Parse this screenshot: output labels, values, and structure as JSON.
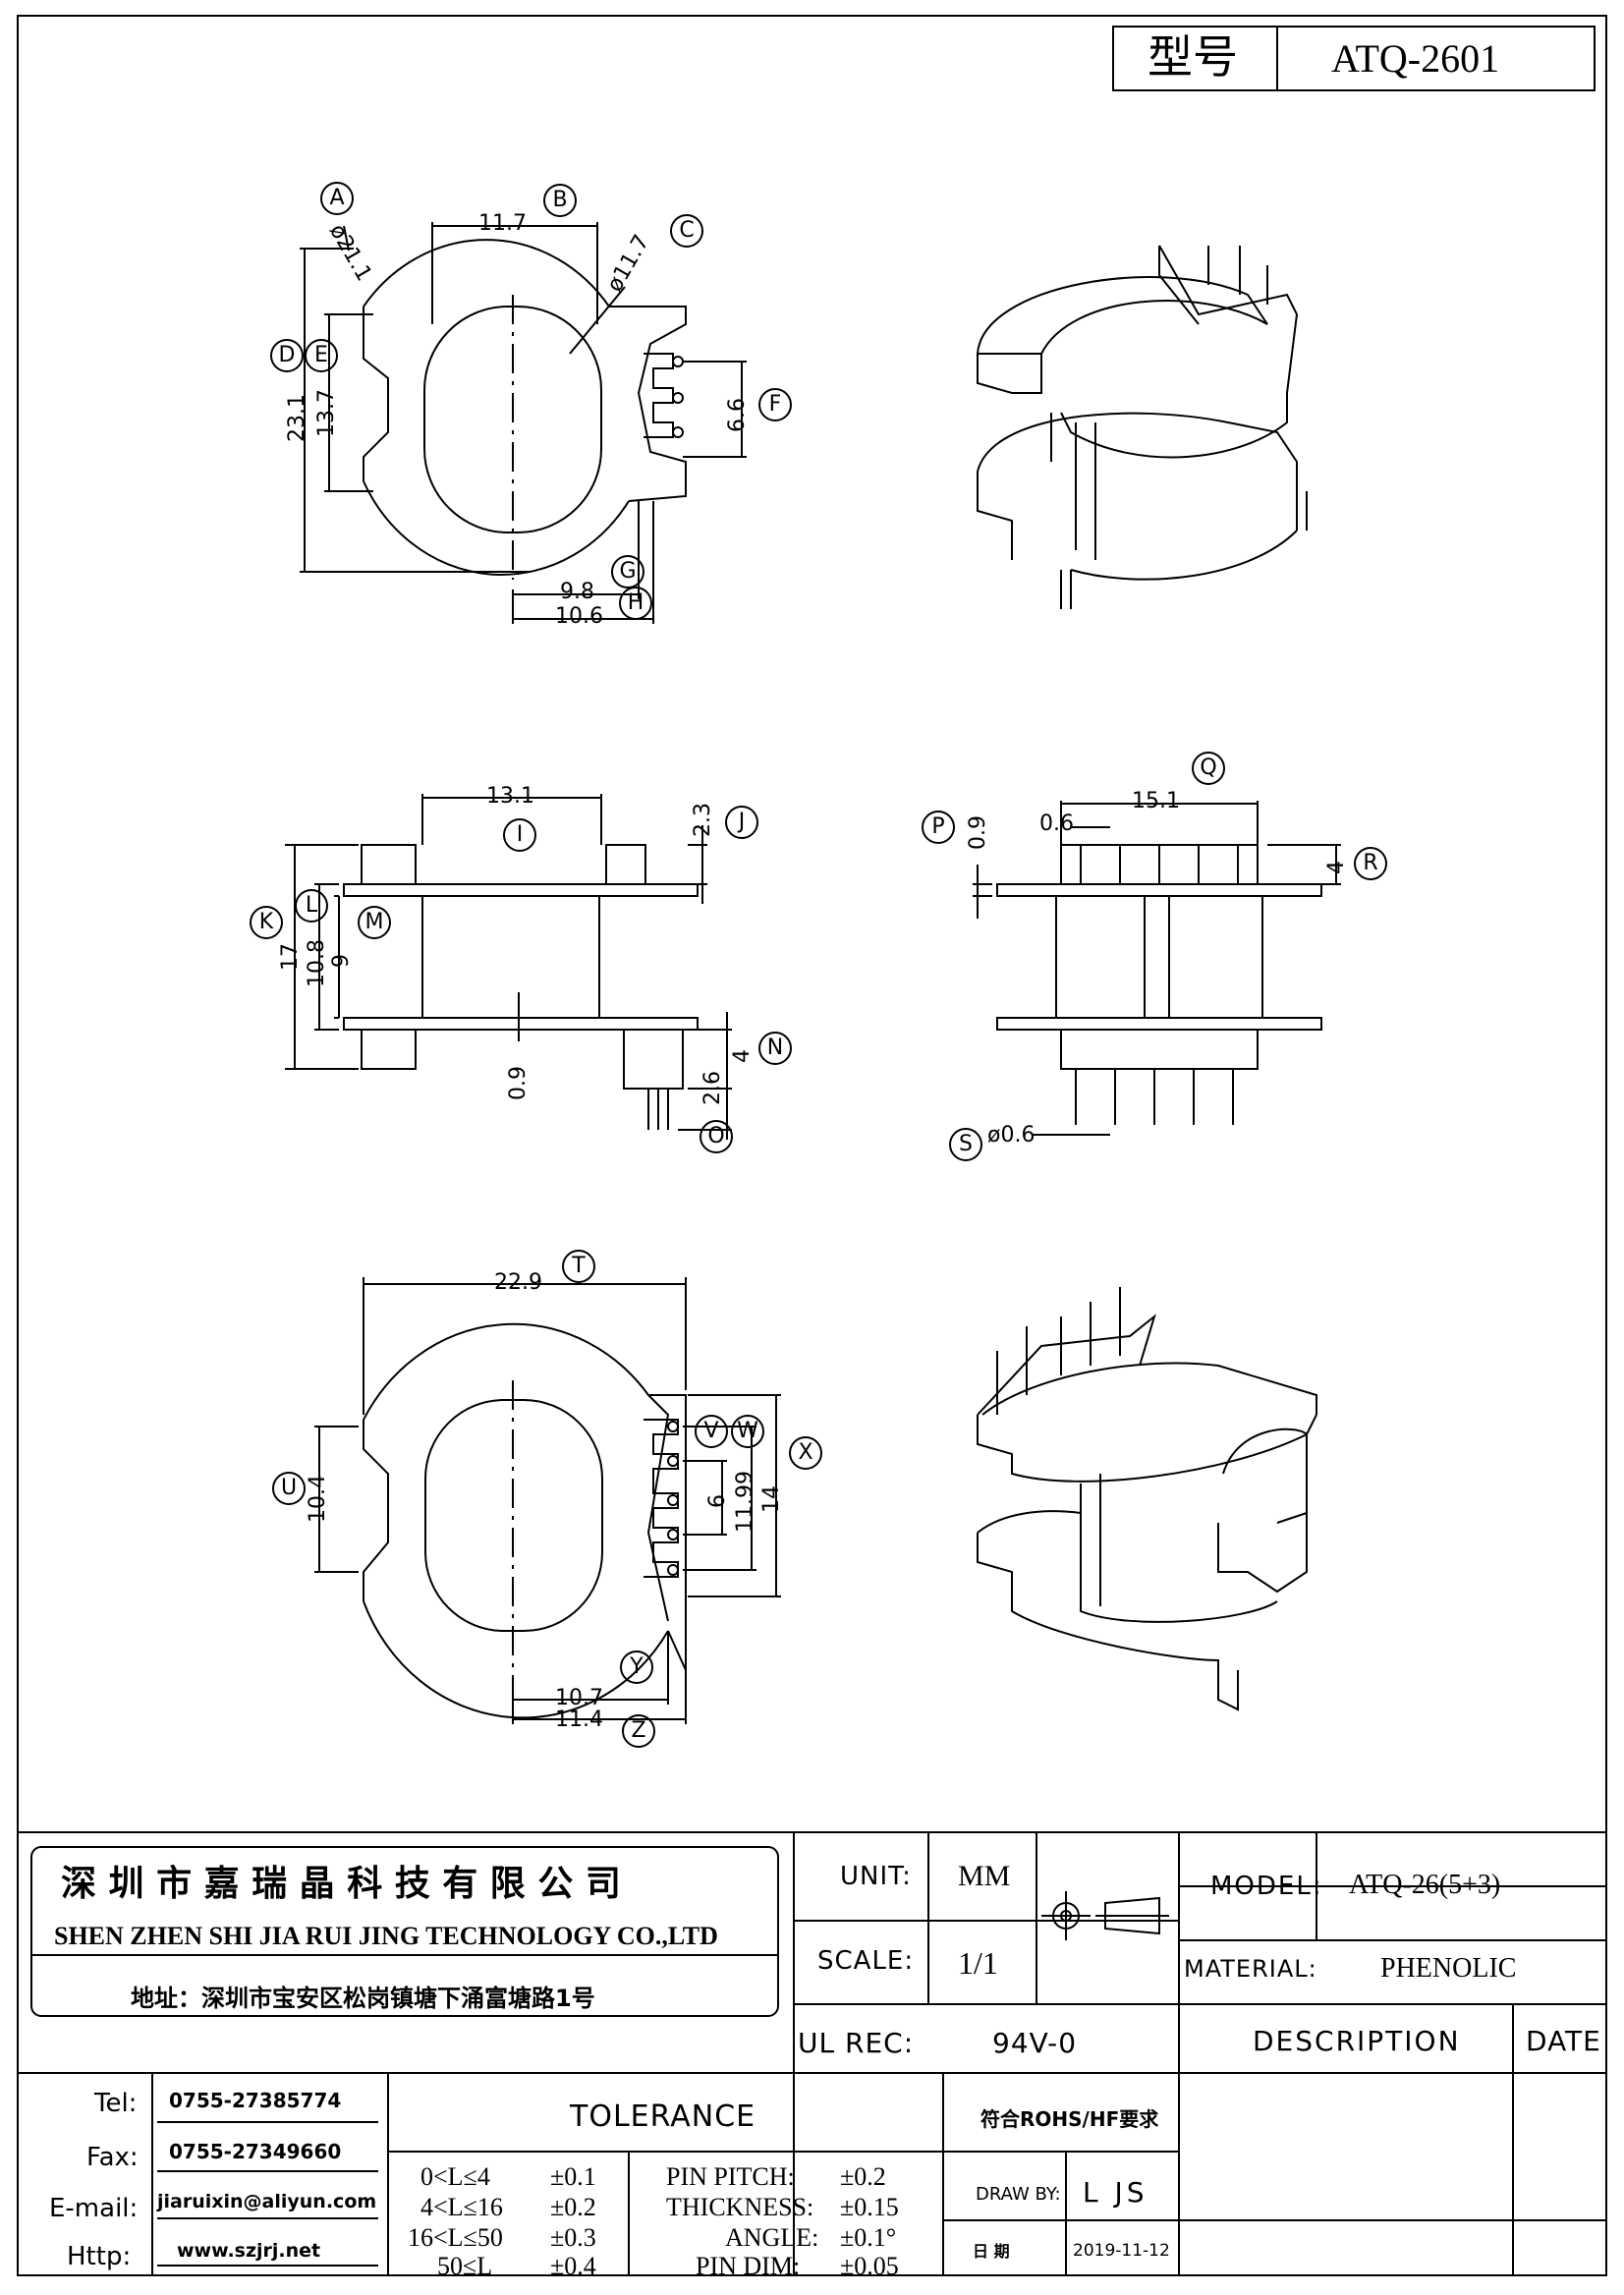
{
  "header": {
    "model_label": "型号",
    "model_value": "ATQ-2601"
  },
  "view_top": {
    "labels": [
      "A",
      "B",
      "C",
      "D",
      "E",
      "F",
      "G",
      "H"
    ],
    "dims": {
      "d1": "ø21.1",
      "d2": "11.7",
      "d3": "ø11.7",
      "d4": "23.1",
      "d5": "13.7",
      "d6": "6.6",
      "d7": "9.8",
      "d8": "10.6"
    }
  },
  "view_side": {
    "labels": [
      "I",
      "J",
      "K",
      "L",
      "M",
      "N",
      "O"
    ],
    "dims": {
      "d1": "13.1",
      "d2": "2.3",
      "d3": "17",
      "d4": "10.8",
      "d5": "9",
      "d6": "0.9",
      "d7": "4",
      "d8": "2.6"
    }
  },
  "view_front": {
    "labels": [
      "P",
      "Q",
      "R",
      "S"
    ],
    "dims": {
      "d1": "0.9",
      "d2": "0.6",
      "d3": "15.1",
      "d4": "4",
      "d5": "ø0.6"
    }
  },
  "view_bottom": {
    "labels": [
      "T",
      "U",
      "V",
      "W",
      "X",
      "Y",
      "Z"
    ],
    "dims": {
      "d1": "22.9",
      "d2": "10.4",
      "d3": "6",
      "d4": "11.99",
      "d5": "14",
      "d6": "10.7",
      "d7": "11.4"
    }
  },
  "title_block": {
    "company_cn": "深 圳 市 嘉 瑞 晶 科 技 有 限 公 司",
    "company_en": "SHEN ZHEN SHI   JIA RUI JING   TECHNOLOGY CO.,LTD",
    "address": "地址：深圳市宝安区松岗镇塘下涌富塘路1号",
    "unit_label": "UNIT:",
    "unit_value": "MM",
    "scale_label": "SCALE:",
    "scale_value": "1/1",
    "ul_label": "UL REC:",
    "ul_value": "94V-0",
    "model_label": "MODEL:",
    "model_value": "ATQ-26(5+3)",
    "material_label": "MATERIAL:",
    "material_value": "PHENOLIC",
    "description_label": "DESCRIPTION",
    "date_label": "DATE",
    "tel_label": "Tel:",
    "tel_value": "0755-27385774",
    "fax_label": "Fax:",
    "fax_value": "0755-27349660",
    "email_label": "E-mail:",
    "email_value": "jiaruixin@aliyun.com",
    "http_label": "Http:",
    "http_value": "www.szjrj.net",
    "tolerance_label": "TOLERANCE",
    "tol_ranges": [
      "0<L≤4",
      "4<L≤16",
      "16<L≤50",
      "50≤L"
    ],
    "tol_values": [
      "±0.1",
      "±0.2",
      "±0.3",
      "±0.4"
    ],
    "tol_names": [
      "PIN PITCH:",
      "THICKNESS:",
      "ANGLE:",
      "PIN DIM:"
    ],
    "tol_name_values": [
      "±0.2",
      "±0.15",
      "±0.1°",
      "±0.05"
    ],
    "rohs": "符合ROHS/HF要求",
    "draw_by_label": "DRAW BY:",
    "draw_by_value": "L JS",
    "date_field_label": "日 期",
    "date_value": "2019-11-12"
  }
}
